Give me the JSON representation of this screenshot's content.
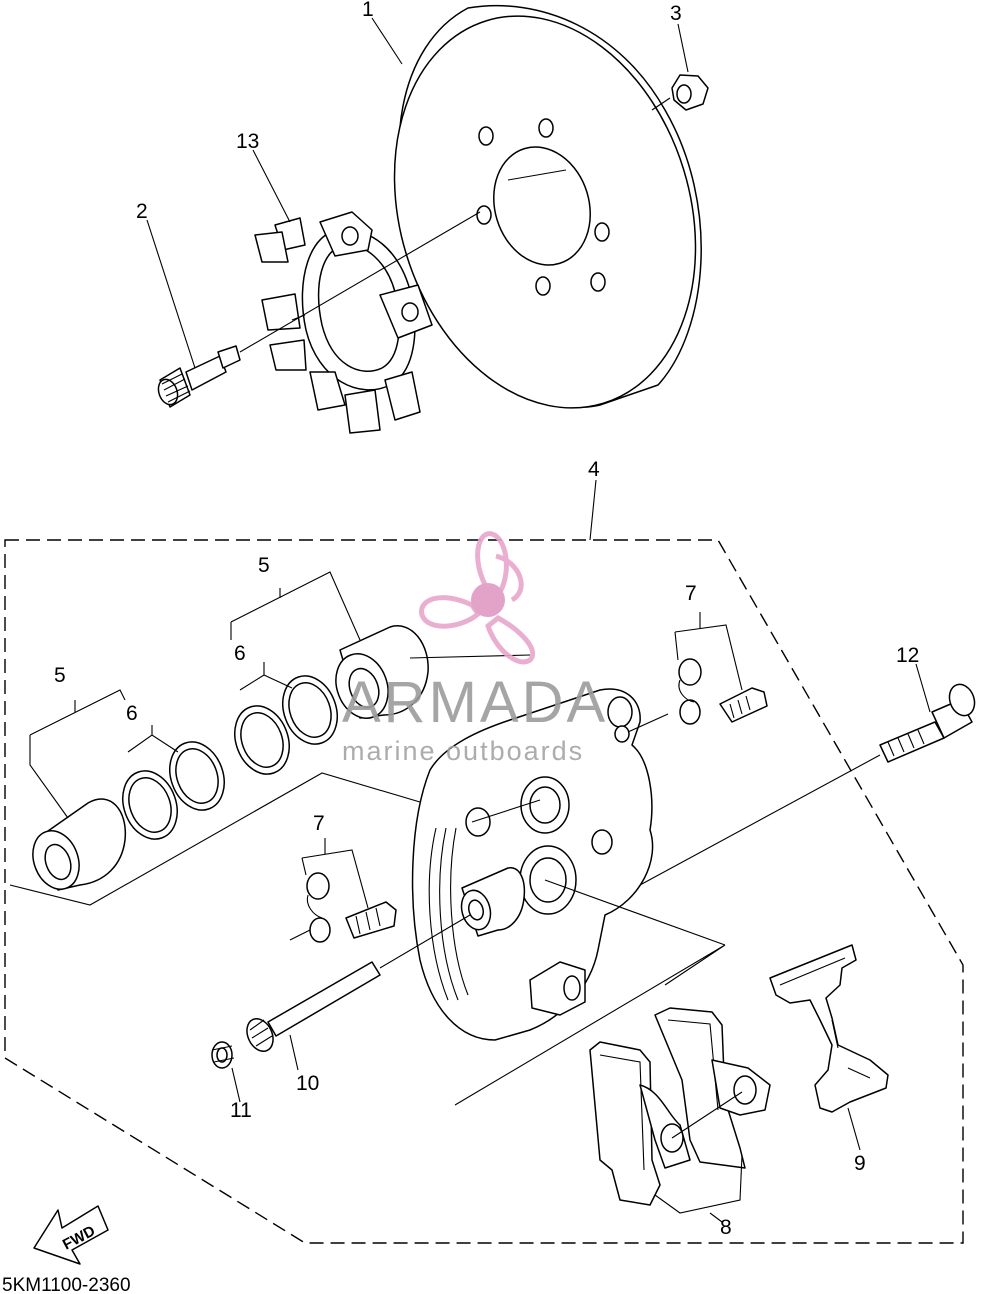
{
  "diagram": {
    "callouts": {
      "c1": "1",
      "c2": "2",
      "c3": "3",
      "c4": "4",
      "c5a": "5",
      "c5b": "5",
      "c6a": "6",
      "c6b": "6",
      "c7a": "7",
      "c7b": "7",
      "c8": "8",
      "c9": "9",
      "c10": "10",
      "c11": "11",
      "c12": "12",
      "c13": "13"
    },
    "direction_label": "FWD",
    "drawing_code": "5KM1100-2360"
  },
  "watermark": {
    "title": "ARMADA",
    "subtitle": "marine outboards",
    "logo_color": "#e8a6cc",
    "hub_color": "#e09ac4"
  }
}
